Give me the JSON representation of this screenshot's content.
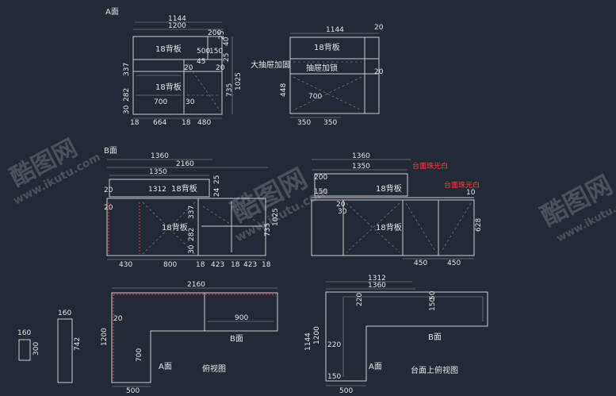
{
  "views": {
    "a_face": "A面",
    "b_face": "B面",
    "top_view": "俯视图",
    "counter_top_view": "台面上俯视图"
  },
  "panel_labels": {
    "back_18": "18背板",
    "big_drawer_reinforce": "大抽屉加固",
    "drawer_lock": "抽屉加锁"
  },
  "annotations": {
    "counter_pearl_white_1": "台面珠光白",
    "counter_pearl_white_2": "台面珠光白"
  },
  "watermark": {
    "text": "酷图网",
    "url": "www.ikutu.com"
  },
  "dims": {
    "a_1144": "1144",
    "a_1200": "1200",
    "a_200": "200",
    "a_500": "500",
    "a_150": "150",
    "a_45": "45",
    "a_25": "25",
    "a_40": "40",
    "a_25b": "25",
    "a_20": "20",
    "a_1025": "1025",
    "a_337": "337",
    "a_735": "735",
    "a_282": "282",
    "a_30": "30",
    "a_700": "700",
    "a_18a": "18",
    "a_664": "664",
    "a_18b": "18",
    "a_480": "480",
    "a_30b": "30",
    "a_20b": "20",
    "r_1144": "1144",
    "r_20a": "20",
    "r_20b": "20",
    "r_448": "448",
    "r_700": "700",
    "r_350a": "350",
    "r_350b": "350",
    "b_1360": "1360",
    "b_2160": "2160",
    "b_1350": "1350",
    "b_1312": "1312",
    "b_20a": "20",
    "b_20b": "20",
    "b_24": "24",
    "b_25": "25",
    "b_1025": "1025",
    "b_337": "337",
    "b_735": "735",
    "b_282": "282",
    "b_30": "30",
    "b_430": "430",
    "b_800": "800",
    "b_18a": "18",
    "b_423a": "423",
    "b_18b": "18",
    "b_423b": "423",
    "b_18c": "18",
    "c_1360": "1360",
    "c_1350": "1350",
    "c_200": "200",
    "c_150": "150",
    "c_20": "20",
    "c_30": "30",
    "c_10": "10",
    "c_628": "628",
    "c_450a": "450",
    "c_450b": "450",
    "t_2160": "2160",
    "t_900": "900",
    "t_20": "20",
    "t_1200": "1200",
    "t_700": "700",
    "t_500": "500",
    "t_742": "742",
    "t_160a": "160",
    "t_160b": "160",
    "t_300": "300",
    "u_1312": "1312",
    "u_1360": "1360",
    "u_220a": "220",
    "u_150": "150",
    "u_50": "50",
    "u_1144": "1144",
    "u_1200": "1200",
    "u_220b": "220",
    "u_150b": "150",
    "u_500": "500"
  },
  "colors": {
    "background": "#222a35",
    "line": "#cfcfcf",
    "red_note": "#ff3b3b"
  }
}
